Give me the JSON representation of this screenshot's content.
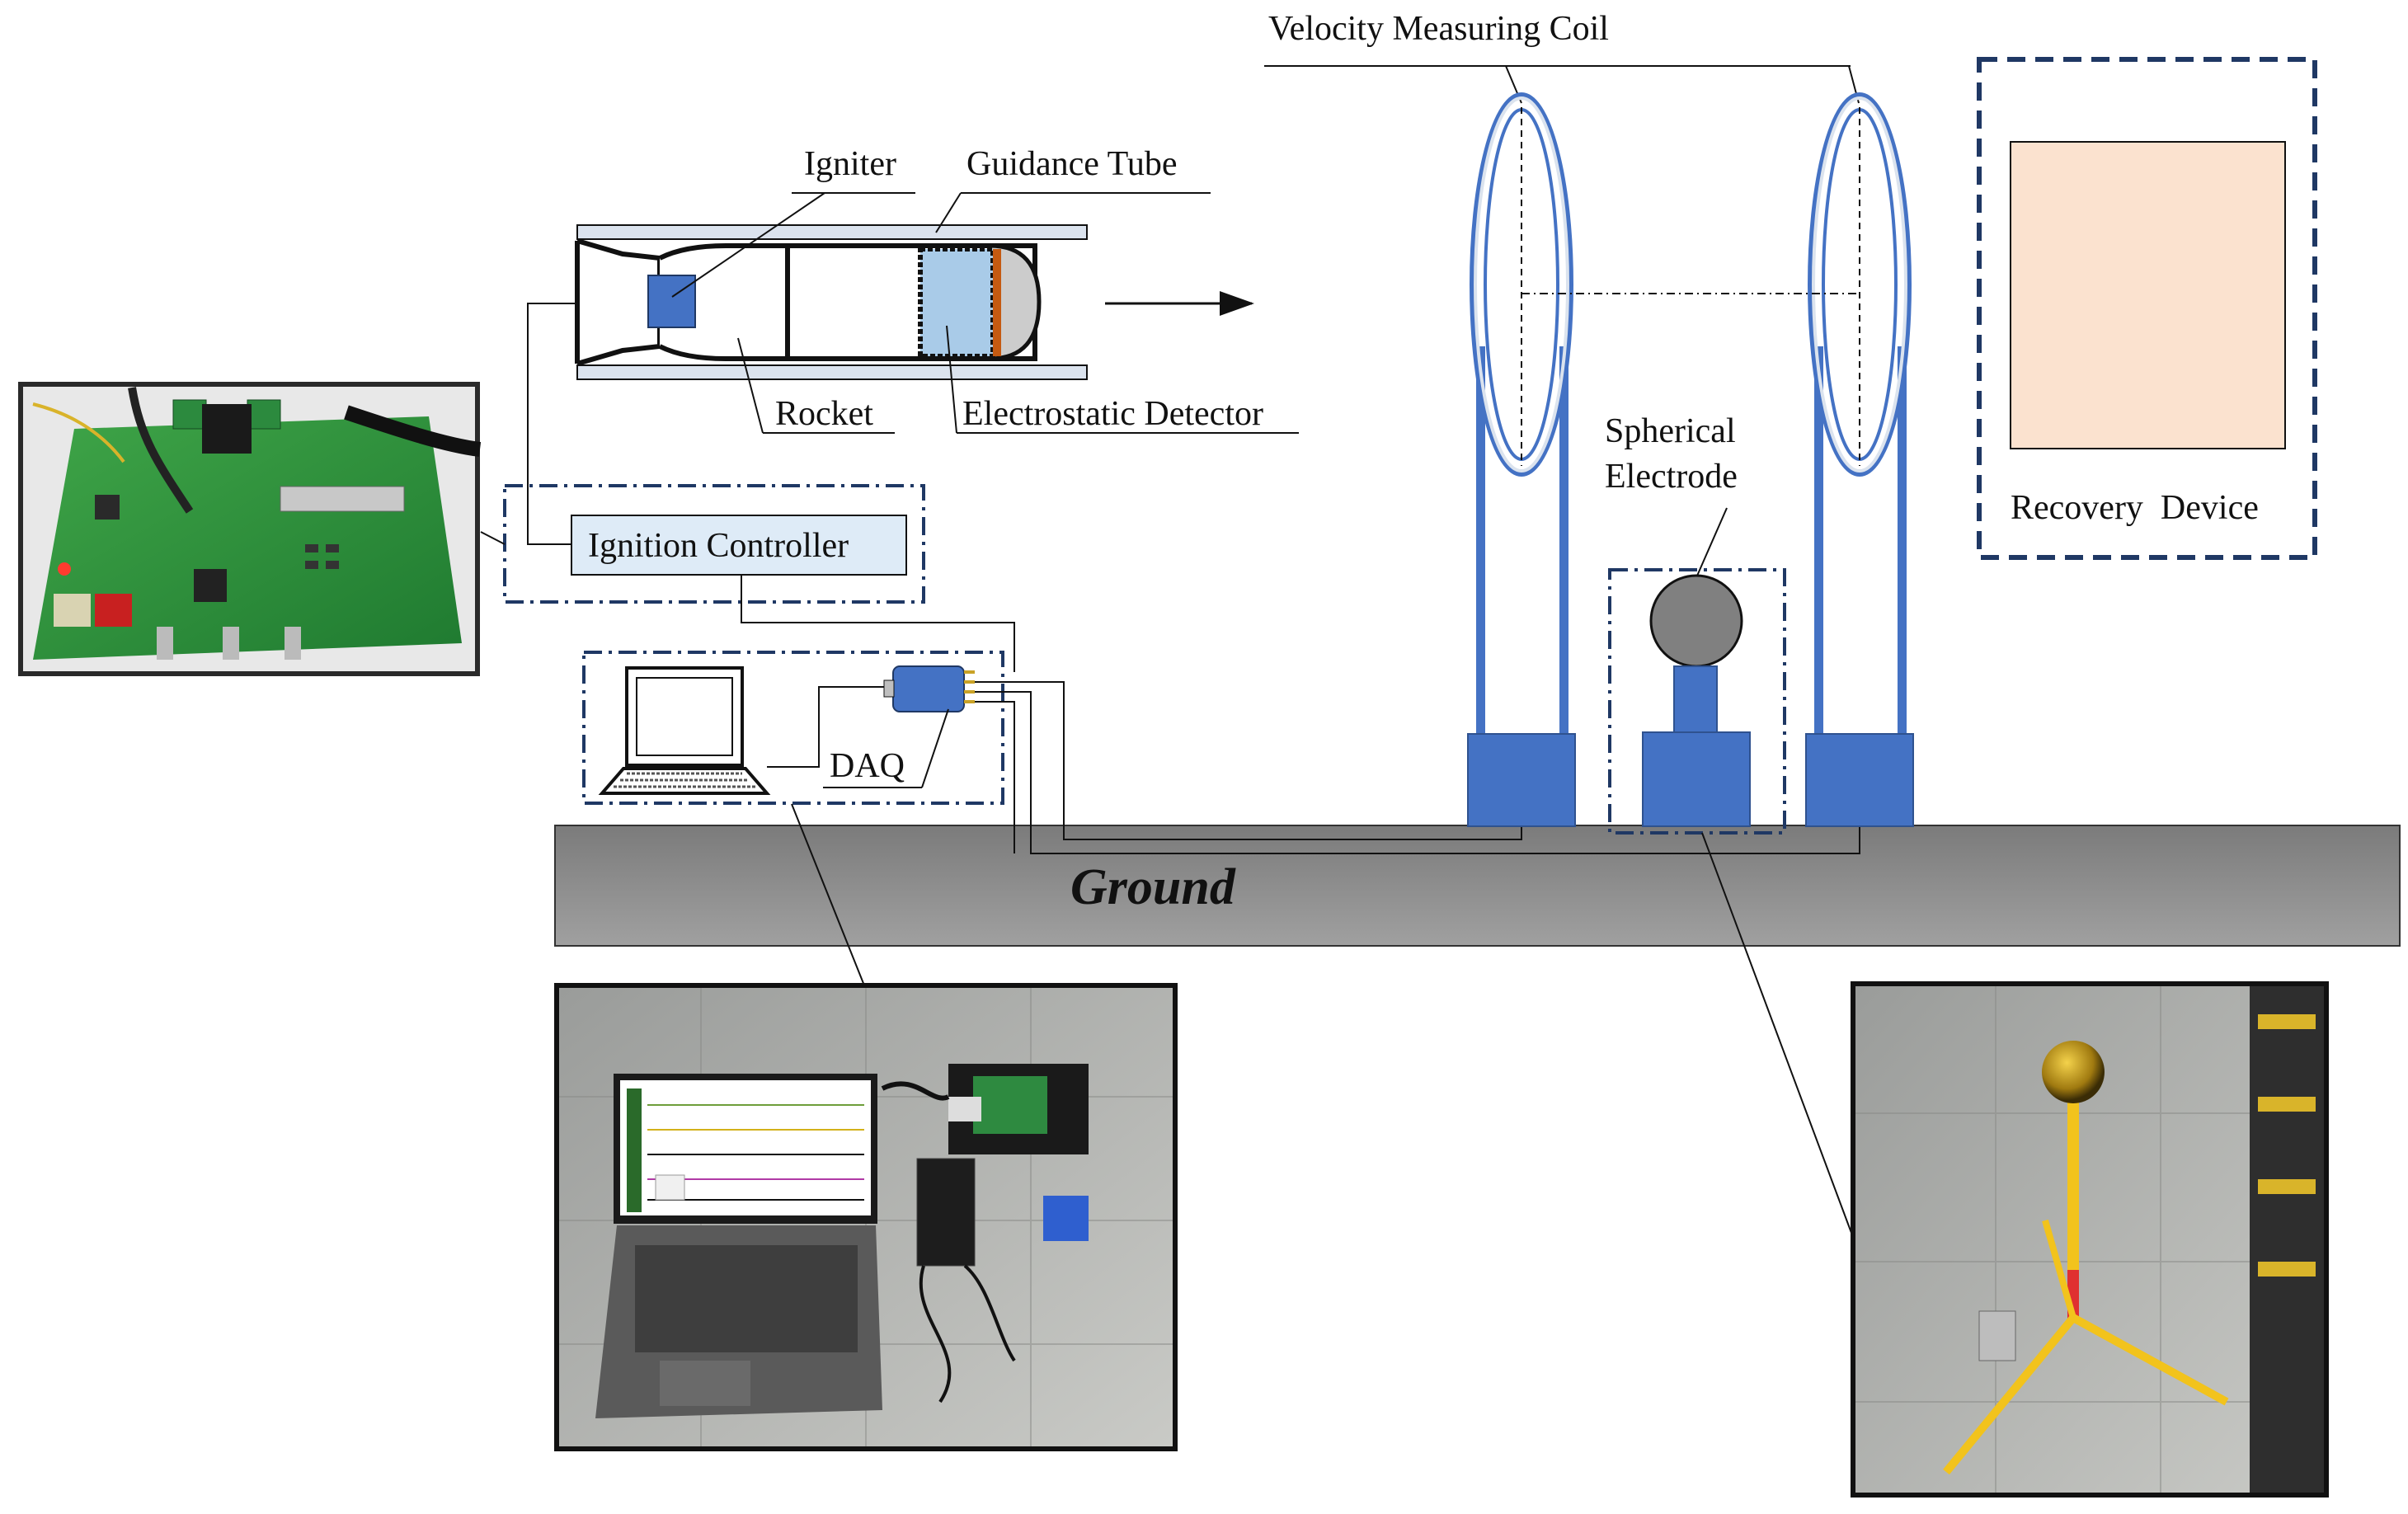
{
  "labels": {
    "velocity_coil": "Velocity Measuring Coil",
    "igniter": "Igniter",
    "guidance_tube": "Guidance Tube",
    "rocket": "Rocket",
    "electrostatic_detector": "Electrostatic Detector",
    "spherical": "Spherical",
    "electrode": "Electrode",
    "recovery_device": "Recovery  Device",
    "ignition_controller": "Ignition Controller",
    "daq": "DAQ",
    "ground": "Ground"
  },
  "photos": [
    {
      "subject": "ignition-controller-circuit-board"
    },
    {
      "subject": "laptop-with-daq-hardware"
    },
    {
      "subject": "spherical-electrode-on-tripod"
    }
  ],
  "colors": {
    "accent_blue": "#4472c4",
    "light_blue": "#a9cbe8",
    "box_light_blue": "#deebf7",
    "ground_gray": "#8c8c8c",
    "recovery_fill": "#fbe2cf",
    "dashed_navy": "#1f3864",
    "coil_ring": "#dbe3ee"
  }
}
